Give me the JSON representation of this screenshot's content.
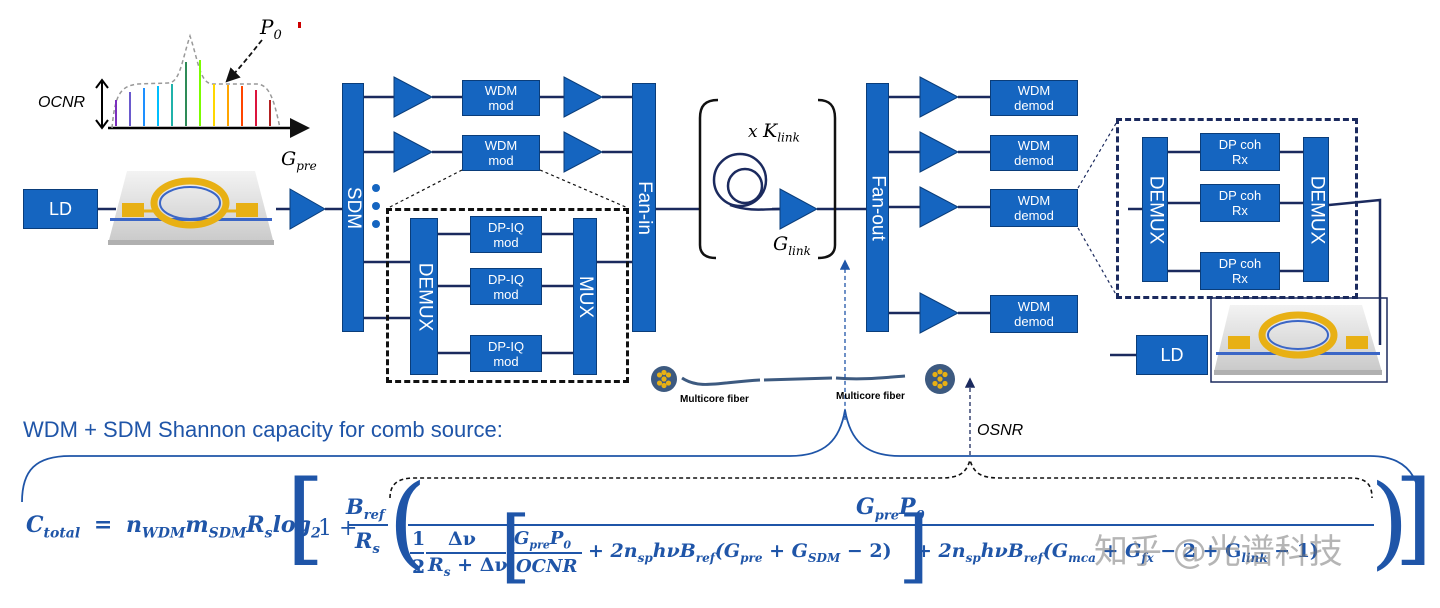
{
  "diagram": {
    "spectrum": {
      "p0_label": "P",
      "p0_sub": "0",
      "ocnr_label": "OCNR"
    },
    "gpre": {
      "g": "G",
      "sub": "pre"
    },
    "ld_label": "LD",
    "sdm_label": "SDM",
    "wdm_mod_label": "WDM\nmod",
    "dpiq_label": "DP-IQ\nmod",
    "demux_label": "DEMUX",
    "mux_label": "MUX",
    "fanin_label": "Fan-in",
    "fanout_label": "Fan-out",
    "klink": {
      "x": "x ",
      "k": "K",
      "sub": "link"
    },
    "glink": {
      "g": "G",
      "sub": "link"
    },
    "wdm_demod_label": "WDM\ndemod",
    "dpcoh_label": "DP coh\nRx",
    "multicore_left": "Multicore fiber",
    "multicore_right": "Multicore fiber",
    "osnr_label": "OSNR",
    "capacity_title": "WDM + SDM Shannon capacity for comb source:"
  },
  "formula": {
    "lhs": "C",
    "lhs_sub": "total",
    "eq": "=",
    "n": "n",
    "n_sub": "WDM",
    "m": "m",
    "m_sub": "SDM",
    "r": "R",
    "r_sub": "s",
    "log": "log",
    "log_sub": "2",
    "one_plus": "1 +",
    "bref_b": "B",
    "bref_sub": "ref",
    "rs_r": "R",
    "rs_sub": "s",
    "num_g": "G",
    "num_g_sub": "pre",
    "num_p": "P",
    "num_p_sub": "0",
    "half_num": "1",
    "half_den": "2",
    "dv_num": "Δν",
    "dv_den": "R",
    "dv_den_sub": "s",
    "dv_den_rest": " + Δν",
    "inner_num_g": "G",
    "inner_num_g_sub": "pre",
    "inner_num_p": "P",
    "inner_num_p_sub": "0",
    "inner_den": "OCNR",
    "term1": "+ 2n",
    "term1_sub": "sp",
    "term1_b": "hνB",
    "term1_bsub": "ref",
    "term1_paren": "(G",
    "term1_g1sub": "pre",
    "term1_plus": " + G",
    "term1_g2sub": "SDM",
    "term1_end": " − 2)",
    "term2": "+ 2n",
    "term2_sub": "sp",
    "term2_b": "hνB",
    "term2_bsub": "ref",
    "term2_paren": "(G",
    "term2_g1sub": "mca",
    "term2_plus": " + G",
    "term2_g2sub": "fx",
    "term2_end": " − 2 + G",
    "term2_g3sub": "link",
    "term2_close": " − 1)"
  },
  "watermark": "知乎 @光谱科技",
  "colors": {
    "block_blue": "#1565c0",
    "formula_blue": "#1f55a8",
    "gold": "#e8b014",
    "spectrum_lines": [
      "#7b2fbe",
      "#6a5acd",
      "#1e90ff",
      "#00bfff",
      "#20b2aa",
      "#2e8b57",
      "#7cfc00",
      "#ffd700",
      "#ffa500",
      "#ff4500",
      "#dc143c",
      "#b22222"
    ]
  }
}
